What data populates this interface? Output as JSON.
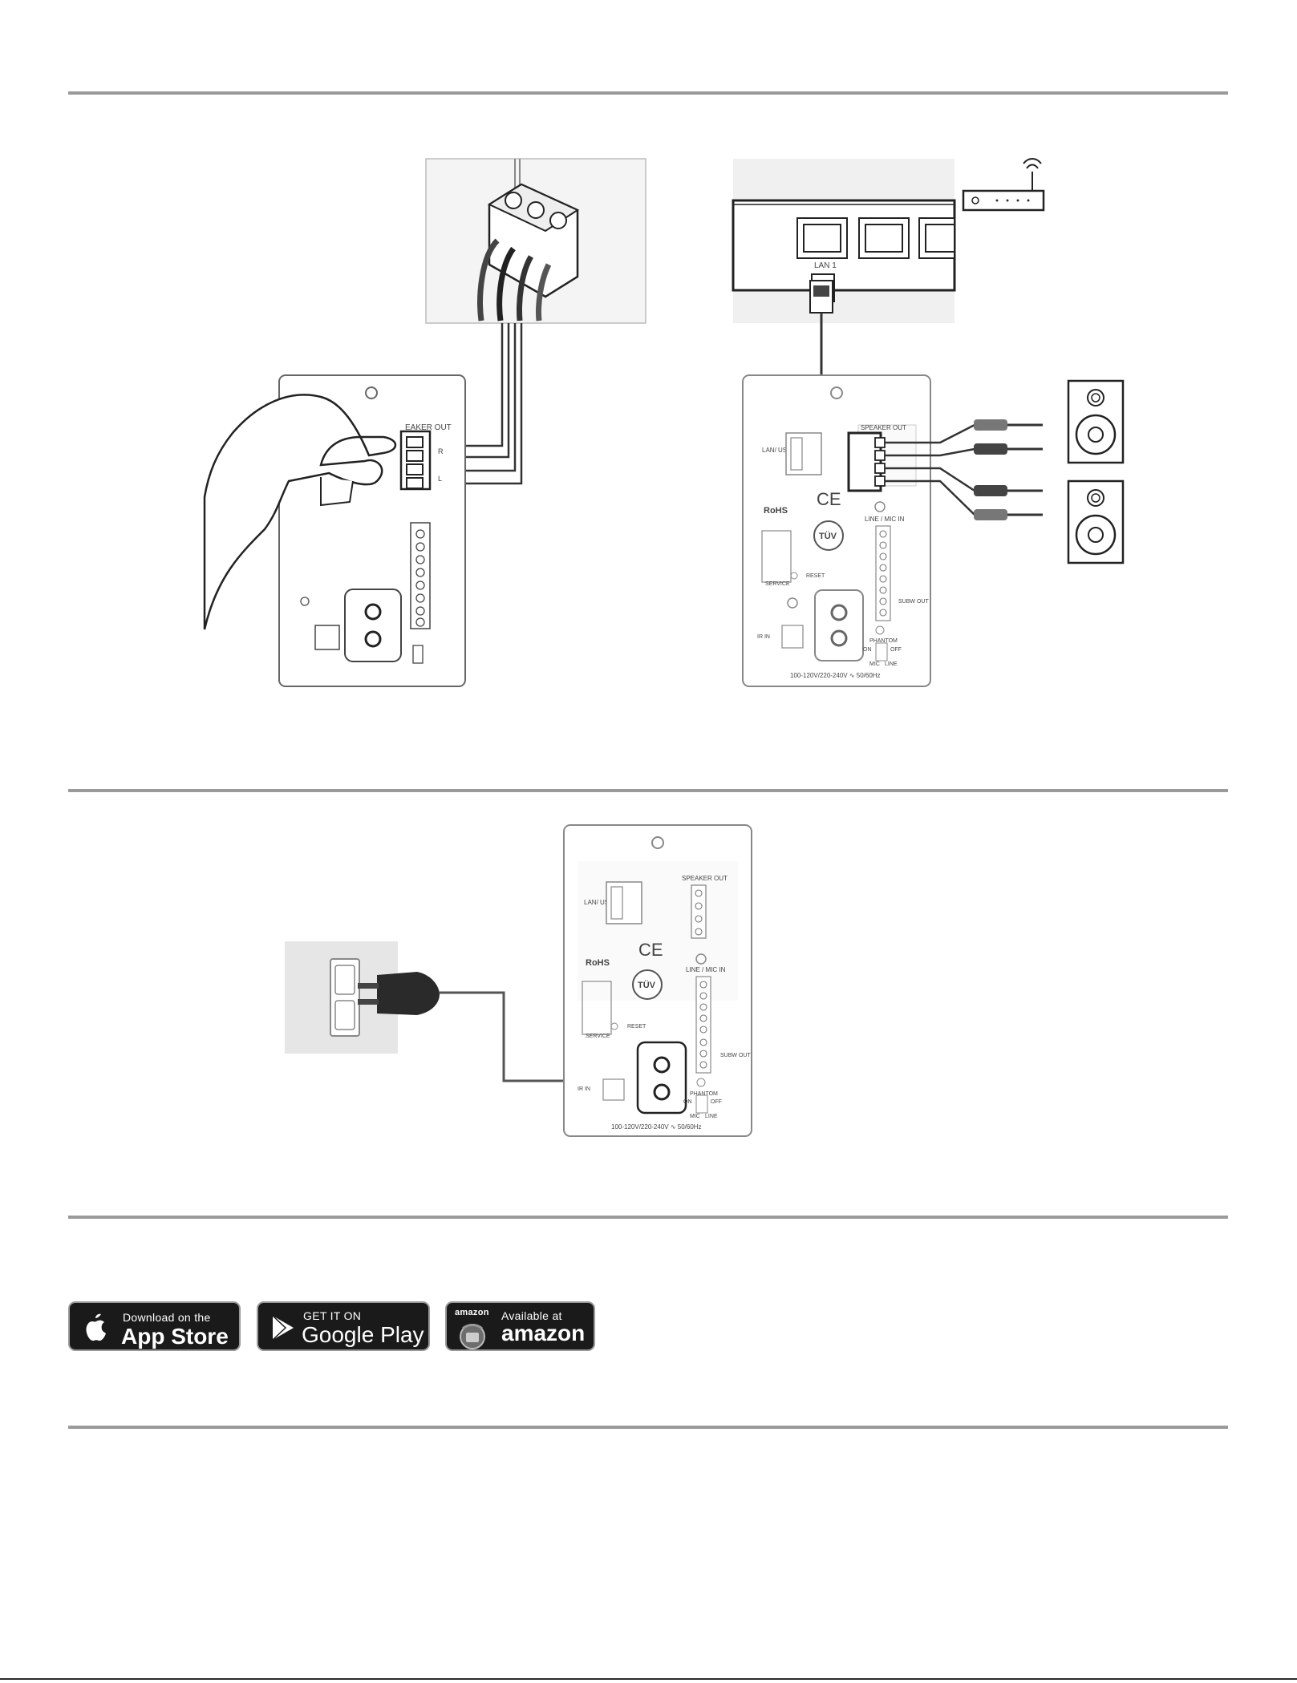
{
  "diagram1": {
    "left_panel": {
      "speaker_out_label": "EAKER OUT",
      "r_label": "R",
      "l_label": "L"
    },
    "right_panel": {
      "router_lan_label": "LAN 1",
      "speaker_out_label": "SPEAKER OUT",
      "lan_usb_label": "LAN/ USB",
      "line_mic_label": "LINE / MIC IN",
      "service_label": "SERVICE",
      "reset_label": "RESET",
      "subw_label": "SUBW OUT",
      "ir_label": "IR IN",
      "phantom_label": "PHANTOM",
      "on_label": "ON",
      "off_label": "OFF",
      "mic_label": "MIC",
      "line_label": "LINE",
      "rohs_label": "RoHS",
      "ce_label": "CE",
      "tuv_label": "TÜV",
      "voltage_label": "100-120V/220-240V ∿ 50/60Hz"
    }
  },
  "diagram2": {
    "speaker_out_label": "SPEAKER OUT",
    "lan_usb_label": "LAN/ USB",
    "line_mic_label": "LINE / MIC IN",
    "service_label": "SERVICE",
    "reset_label": "RESET",
    "subw_label": "SUBW OUT",
    "ir_label": "IR IN",
    "phantom_label": "PHANTOM",
    "on_label": "ON",
    "off_label": "OFF",
    "mic_label": "MIC",
    "line_label": "LINE",
    "rohs_label": "RoHS",
    "ce_label": "CE",
    "tuv_label": "TÜV",
    "voltage_label": "100-120V/220-240V ∿ 50/60Hz"
  },
  "stores": {
    "app_store": {
      "small": "Download on the",
      "big": "App Store"
    },
    "google_play": {
      "small": "GET IT ON",
      "big": "Google Play"
    },
    "amazon": {
      "logo": "amazon",
      "small": "Available at",
      "big": "amazon"
    }
  }
}
